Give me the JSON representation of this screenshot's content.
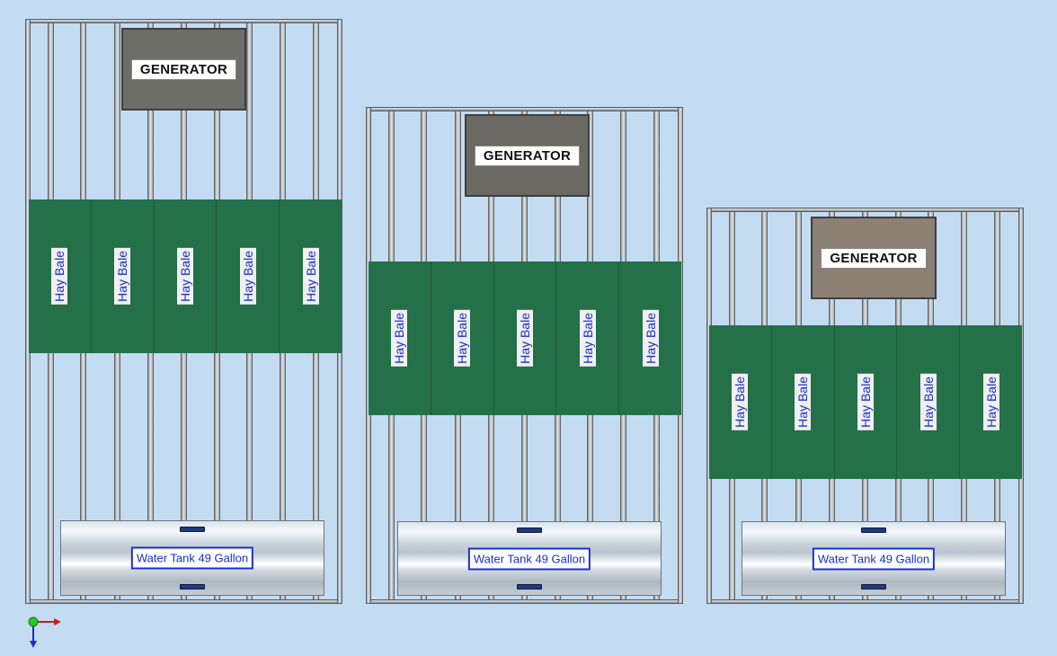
{
  "units": [
    {
      "generator_label": "GENERATOR",
      "hay_bales": [
        "Hay Bale",
        "Hay Bale",
        "Hay Bale",
        "Hay Bale",
        "Hay Bale"
      ],
      "tank_label": "Water Tank 49 Gallon"
    },
    {
      "generator_label": "GENERATOR",
      "hay_bales": [
        "Hay Bale",
        "Hay Bale",
        "Hay Bale",
        "Hay Bale",
        "Hay Bale"
      ],
      "tank_label": "Water Tank 49 Gallon"
    },
    {
      "generator_label": "GENERATOR",
      "hay_bales": [
        "Hay Bale",
        "Hay Bale",
        "Hay Bale",
        "Hay Bale",
        "Hay Bale"
      ],
      "tank_label": "Water Tank 49 Gallon"
    }
  ],
  "colors": {
    "background": "#c3dcf2",
    "hay_bale": "#247048",
    "generator_1": "#6e6e68",
    "generator_2": "#6a6a62",
    "generator_3": "#8c7f73",
    "label_text": "#1a2fd0"
  }
}
